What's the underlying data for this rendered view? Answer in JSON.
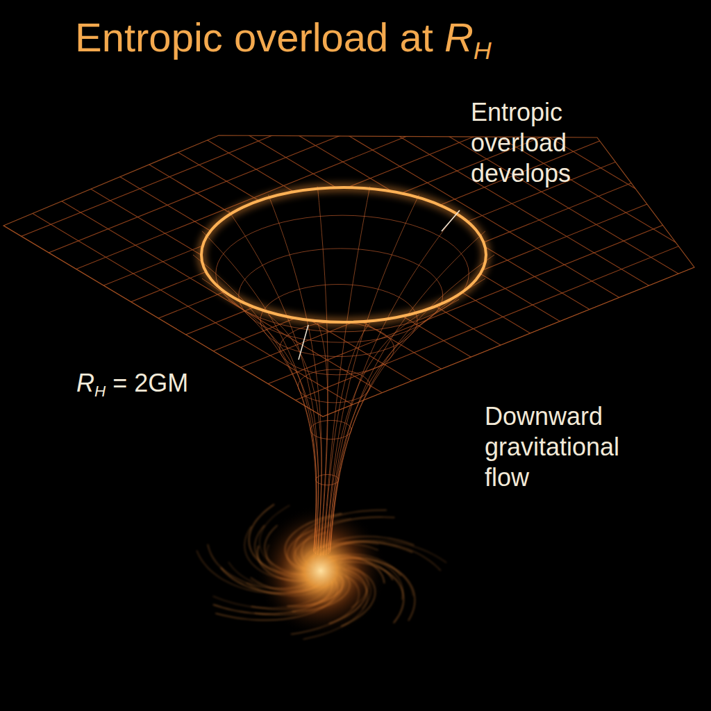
{
  "diagram": {
    "title": "Entropic overload at RH",
    "labels": [
      "Entropic overload develops",
      "RH = 2GM",
      "Downward gravitational flow"
    ]
  }
}
